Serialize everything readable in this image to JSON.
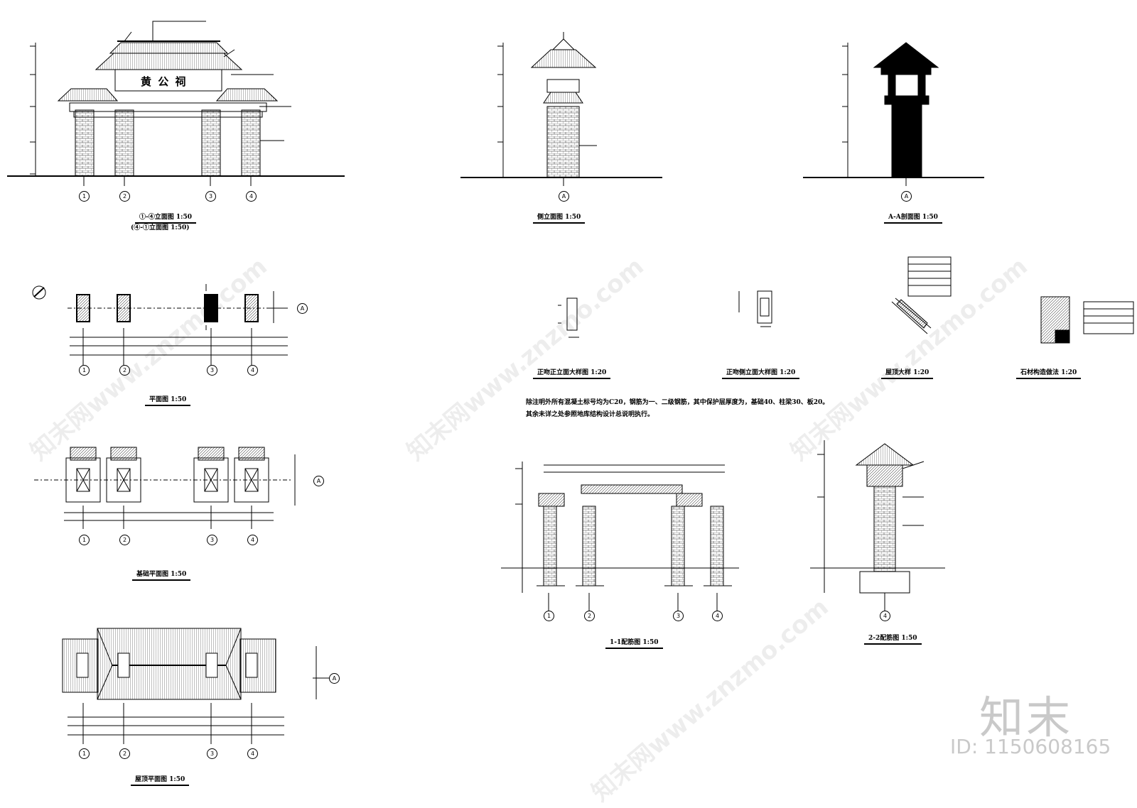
{
  "titles": {
    "elevation": "①-④立面图 1:50",
    "elevation_rev": "(④-①立面图 1:50)",
    "side_elevation": "侧立面图 1:50",
    "section_aa": "A-A剖面图 1:50",
    "plan": "平面图 1:50",
    "foundation_plan": "基础平面图 1:50",
    "roof_plan": "屋顶平面图 1:50",
    "ridge_front": "正吻正立面大样图 1:20",
    "ridge_side": "正吻侧立面大样图 1:20",
    "roof_detail": "屋顶大样 1:20",
    "stone_detail": "石材构造做法 1:20",
    "rebar_1": "1-1配筋图 1:50",
    "rebar_2": "2-2配筋图 1:50"
  },
  "plaque": {
    "chars": "黄 公 祠"
  },
  "notes": {
    "line1": "除注明外所有混凝土标号均为C20，钢筋为一、二级钢筋，其中保护层厚度为，基础40、柱梁30、板20。",
    "line2": "其余未详之处参照地库结构设计总说明执行。"
  },
  "grid_labels": {
    "g1": "1",
    "g2": "2",
    "g3": "3",
    "g4": "4",
    "a": "A"
  },
  "watermark": {
    "logo": "知末",
    "id": "ID: 1150608165",
    "site": "知末网www.znzmo.com"
  },
  "colors": {
    "line": "#000000",
    "watermark": "#c9c9c9"
  }
}
